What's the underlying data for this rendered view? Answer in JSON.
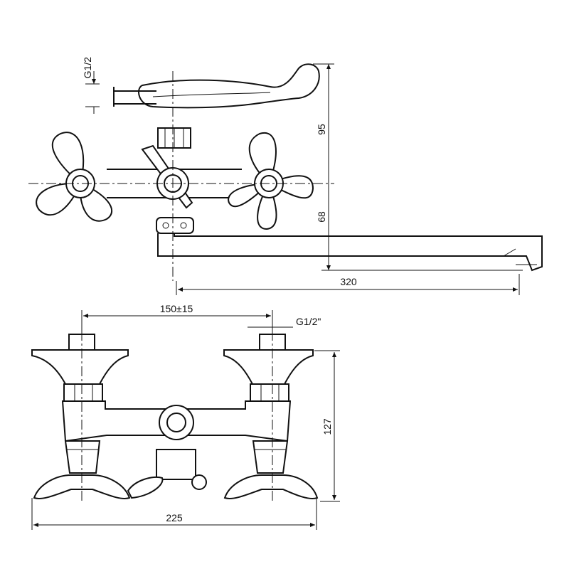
{
  "top_view": {
    "inlet_thread": "G1/2",
    "height_upper": "95",
    "height_lower": "68",
    "spout_reach": "320"
  },
  "front_view": {
    "center_distance": "150±15",
    "inlet_thread": "G1/2\"",
    "height": "127",
    "overall_width": "225"
  }
}
